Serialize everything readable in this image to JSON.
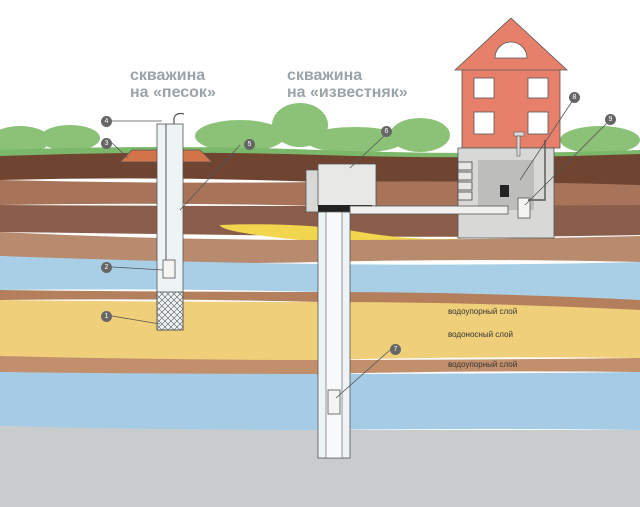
{
  "titles": {
    "well_sand": [
      "скважина",
      "на «песок»"
    ],
    "well_limestone": [
      "скважина",
      "на «известняк»"
    ]
  },
  "layers": {
    "aquiclude_top": "водоупорный слой",
    "aquifer": "водоносный слой",
    "aquiclude_bottom": "водоупорный слой"
  },
  "markers": [
    "1",
    "2",
    "3",
    "4",
    "5",
    "6",
    "7",
    "8",
    "9"
  ],
  "colors": {
    "title": "#9aa3a9",
    "water": "#a9cfe6",
    "sand": "#f0cf7a",
    "clay": "#9b6b4a",
    "soil": "#7a4a32",
    "house": "#e6806a",
    "grass": "#7bb86a"
  }
}
